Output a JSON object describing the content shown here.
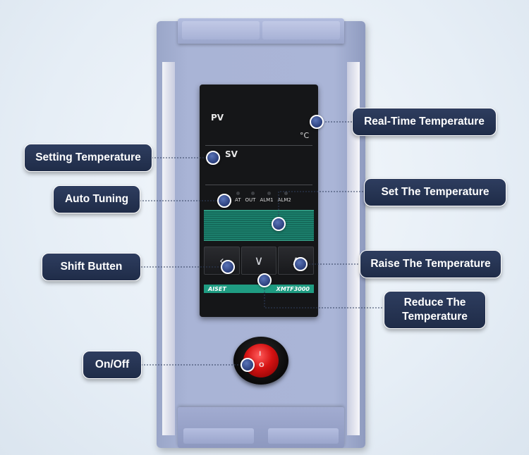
{
  "controller": {
    "pv_label": "PV",
    "sv_label": "SV",
    "unit": "°C",
    "indicators": [
      "AT",
      "OUT",
      "ALM1",
      "ALM2"
    ],
    "brand": "AISET",
    "model": "XMTF3000"
  },
  "switch": {
    "on_symbol": "I",
    "off_symbol": "O"
  },
  "callouts": {
    "real_time_temperature": "Real-Time Temperature",
    "setting_temperature": "Setting Temperature",
    "auto_tuning": "Auto Tuning",
    "set_the_temperature": "Set The Temperature",
    "shift_button": "Shift Butten",
    "raise_the_temperature": "Raise The Temperature",
    "reduce_the_temperature_line1": "Reduce The",
    "reduce_the_temperature_line2": "Temperature",
    "on_off": "On/Off"
  },
  "colors": {
    "label_bg": "#24324f",
    "marker": "#3a56a0",
    "housing": "#a9b4d6",
    "switch": "#d41212",
    "panel_green": "#1f8a75"
  }
}
